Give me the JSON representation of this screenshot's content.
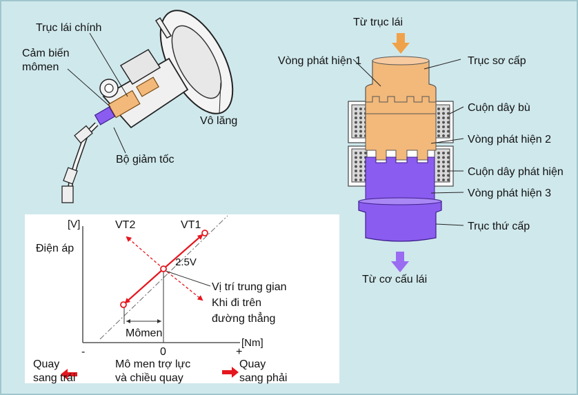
{
  "colors": {
    "background": "#cfe8ec",
    "primary_shaft": "#f2b97a",
    "secondary_shaft": "#8b5cf0",
    "arrow_in": "#f0a24a",
    "arrow_out": "#9a6cf2",
    "vt_red": "#e5171f",
    "coil_gray": "#d9d9d9"
  },
  "steering_diagram": {
    "main_shaft_label": "Trục lái chính",
    "torque_sensor_label_line1": "Cảm biến",
    "torque_sensor_label_line2": "mômen",
    "steering_wheel_label": "Vô lăng",
    "reducer_label": "Bộ giảm tốc"
  },
  "sensor_diagram": {
    "from_steering_shaft": "Từ trục lái",
    "detect_ring_1": "Vòng phát hiện 1",
    "primary_shaft": "Trục sơ cấp",
    "compensation_coil": "Cuộn dây bù",
    "detect_ring_2": "Vòng phát hiện 2",
    "detect_coil": "Cuộn dây phát hiện",
    "detect_ring_3": "Vòng phát hiện 3",
    "secondary_shaft": "Trục thứ cấp",
    "from_steering_gear": "Từ cơ cấu lái"
  },
  "graph": {
    "y_unit": "[V]",
    "y_label": "Điện áp",
    "x_unit": "[Nm]",
    "vt2": "VT2",
    "vt1": "VT1",
    "mid_voltage": "2.5V",
    "neutral_line1": "Vị trí trung gian",
    "neutral_line2": "Khi đi trên",
    "neutral_line3": "đường thẳng",
    "torque_label": "Mômen",
    "minus": "-",
    "zero": "0",
    "plus": "+",
    "x_caption_line1": "Mô men trợ lực",
    "x_caption_line2": "và chiều quay",
    "left_turn_line1": "Quay",
    "left_turn_line2": "sang trái",
    "right_turn_line1": "Quay",
    "right_turn_line2": "sang phải"
  }
}
